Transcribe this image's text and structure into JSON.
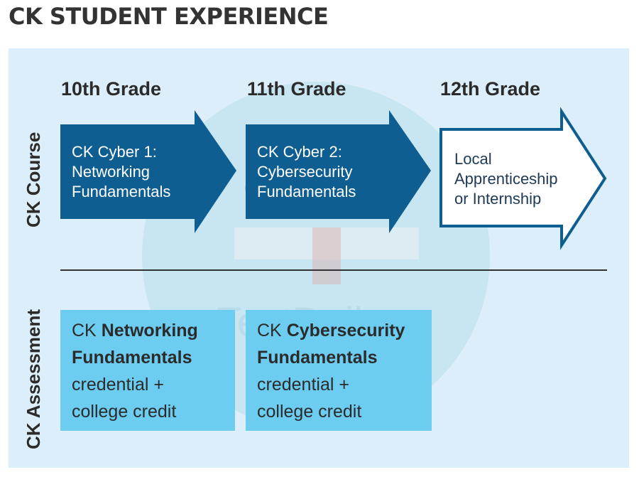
{
  "title": "CK STUDENT EXPERIENCE",
  "watermark": "TestDaily",
  "row_labels": {
    "course": "CK Course",
    "assessment": "CK Assessment"
  },
  "grades": [
    "10th Grade",
    "11th Grade",
    "12th Grade"
  ],
  "courses": [
    {
      "lines": [
        "CK Cyber 1:",
        "Networking",
        "Fundamentals"
      ],
      "style": "filled"
    },
    {
      "lines": [
        "CK Cyber 2:",
        "Cybersecurity",
        "Fundamentals"
      ],
      "style": "filled"
    },
    {
      "lines": [
        "Local",
        "Apprenticeship",
        "or Internship"
      ],
      "style": "outline"
    }
  ],
  "assessments": [
    {
      "prefix": "CK ",
      "bold1": "Networking",
      "bold2": "Fundamentals",
      "line3": "credential +",
      "line4": "college credit"
    },
    {
      "prefix": "CK ",
      "bold1": "Cybersecurity",
      "bold2": "Fundamentals",
      "line3": "credential +",
      "line4": "college credit"
    }
  ],
  "colors": {
    "panel_bg": "#dbeef9",
    "arrow_fill": "#0f5e92",
    "arrow_outline": "#0f5e92",
    "assessment_fill": "#6ccdf1",
    "text_dark": "#2b2b2b"
  }
}
